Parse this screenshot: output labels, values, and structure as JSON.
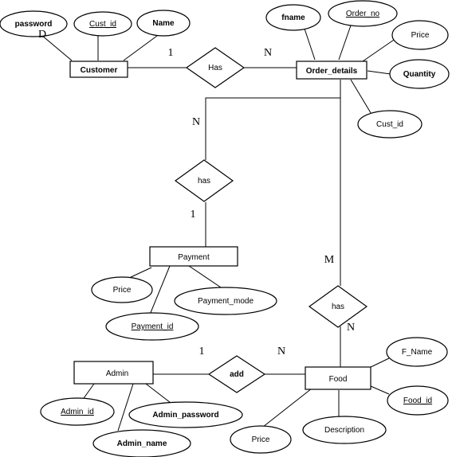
{
  "entities": {
    "customer": "Customer",
    "order_details": "Order_details",
    "payment": "Payment",
    "admin": "Admin",
    "food": "Food"
  },
  "relationships": {
    "customer_order": "Has",
    "order_payment": "has",
    "order_food": "has",
    "admin_food": "add"
  },
  "attributes": {
    "customer_password": "password",
    "customer_password_mark": "D",
    "customer_id": "Cust_id",
    "customer_name": "Name",
    "order_fname": "fname",
    "order_no": "Order_no",
    "order_price": "Price",
    "order_quantity": "Quantity",
    "order_cust_id": "Cust_id",
    "payment_price": "Price",
    "payment_id": "Payment_id",
    "payment_mode": "Payment_mode",
    "admin_id": "Admin_id",
    "admin_password": "Admin_password",
    "admin_name": "Admin_name",
    "food_name": "F_Name",
    "food_id": "Food_id",
    "food_price": "Price",
    "food_description": "Description"
  },
  "cardinalities": {
    "customer_has": "1",
    "order_has": "N",
    "order_payment_has": "N",
    "payment_has": "1",
    "order_food_has": "M",
    "food_has": "N",
    "admin_add": "1",
    "food_add": "N"
  }
}
